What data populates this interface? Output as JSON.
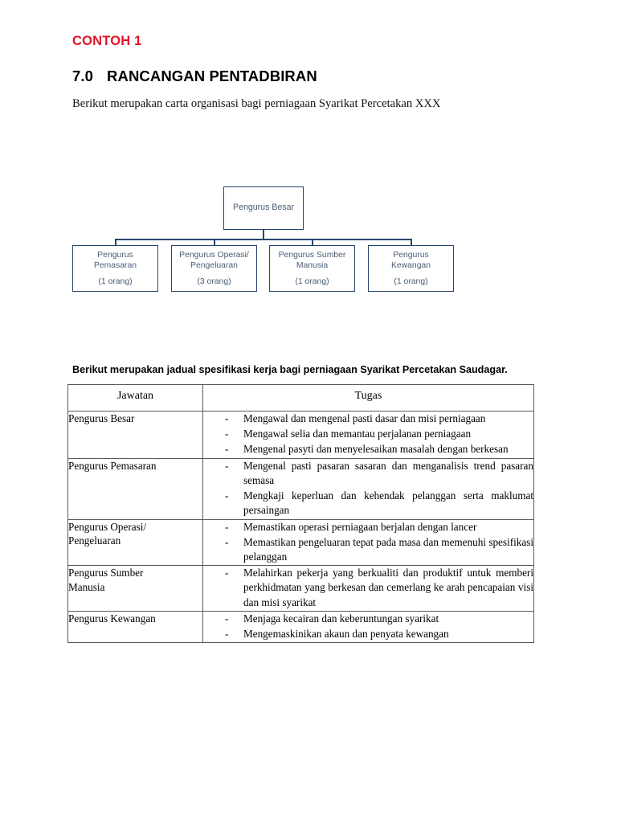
{
  "document": {
    "example_label": "CONTOH 1",
    "section_number": "7.0",
    "section_title": "RANCANGAN PENTADBIRAN",
    "intro_chart": "Berikut merupakan carta organisasi bagi perniagaan Syarikat Percetakan XXX",
    "intro_table": "Berikut merupakan jadual spesifikasi kerja bagi perniagaan Syarikat Percetakan Saudagar."
  },
  "colors": {
    "accent_red": "#E2142A",
    "box_border": "#26456E",
    "box_text": "#4A5C74",
    "table_border": "#5a5a5a"
  },
  "org_chart": {
    "root": {
      "title": "Pengurus Besar"
    },
    "children": [
      {
        "title": "Pengurus Pemasaran",
        "line1": "Pengurus",
        "line2": "Pemasaran",
        "count": "(1 orang)"
      },
      {
        "title": "Pengurus Operasi/ Pengeluaran",
        "line1": "Pengurus Operasi/",
        "line2": "Pengeluaran",
        "count": "(3 orang)"
      },
      {
        "title": "Pengurus Sumber Manusia",
        "line1": "Pengurus Sumber",
        "line2": "Manusia",
        "count": "(1 orang)"
      },
      {
        "title": "Pengurus Kewangan",
        "line1": "Pengurus",
        "line2": "Kewangan",
        "count": "(1 orang)"
      }
    ]
  },
  "table": {
    "headers": [
      "Jawatan",
      "Tugas"
    ],
    "rows": [
      {
        "role": "Pengurus Besar",
        "tasks": [
          "Mengawal dan mengenal pasti dasar dan misi perniagaan",
          "Mengawal selia dan memantau perjalanan perniagaan",
          "Mengenal pasyti dan menyelesaikan masalah dengan berkesan"
        ]
      },
      {
        "role": "Pengurus Pemasaran",
        "tasks": [
          "Mengenal pasti pasaran sasaran dan menganalisis trend pasaran semasa",
          "Mengkaji keperluan dan kehendak pelanggan serta maklumat persaingan"
        ]
      },
      {
        "role": "Pengurus Operasi/ Pengeluaran",
        "role_line1": "Pengurus Operasi/",
        "role_line2": "Pengeluaran",
        "tasks": [
          "Memastikan operasi perniagaan berjalan dengan lancer",
          "Memastikan pengeluaran tepat pada masa dan memenuhi spesifikasi pelanggan"
        ]
      },
      {
        "role": "Pengurus Sumber Manusia",
        "role_line1": "Pengurus Sumber",
        "role_line2": "Manusia",
        "tasks": [
          "Melahirkan pekerja yang berkualiti dan produktif untuk memberi perkhidmatan yang berkesan dan cemerlang ke arah pencapaian visi dan misi syarikat"
        ]
      },
      {
        "role": "Pengurus Kewangan",
        "tasks": [
          "Menjaga kecairan dan keberuntungan syarikat",
          "Mengemaskinikan akaun dan penyata kewangan"
        ]
      }
    ]
  }
}
